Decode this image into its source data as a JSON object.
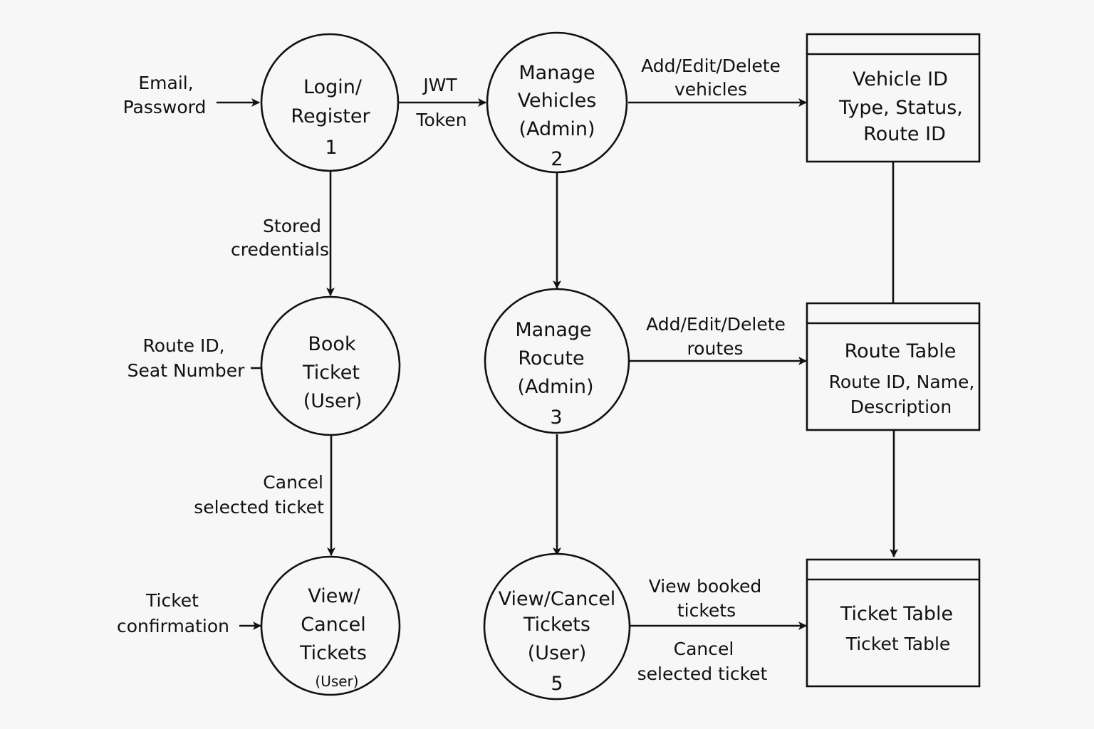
{
  "processes": {
    "p1": {
      "line1": "Login/",
      "line2": "Register",
      "number": "1"
    },
    "p2": {
      "line1": "Manage",
      "line2": "Vehicles",
      "line3": "(Admin)",
      "number": "2"
    },
    "p3": {
      "line1": "Manage",
      "line2": "Rocute",
      "line3": "(Admin)",
      "number": "3"
    },
    "p4": {
      "line1": "Book",
      "line2": "Ticket",
      "line3": "(User)"
    },
    "p5": {
      "line1": "View/Cancel",
      "line2": "Tickets",
      "line3": "(User)",
      "number": "5"
    },
    "p6": {
      "line1": "View/",
      "line2": "Cancel",
      "line3": "Tickets",
      "line4": "(User)"
    }
  },
  "stores": {
    "vehicle": {
      "line1": "Vehicle ID",
      "line2": "Type, Status,",
      "line3": "Route ID"
    },
    "route": {
      "title": "Route Table",
      "line1": "Route ID, Name,",
      "line2": "Description"
    },
    "ticket": {
      "title": "Ticket Table",
      "line1": "Ticket Table"
    }
  },
  "flows": {
    "email_password": {
      "line1": "Email,",
      "line2": "Password"
    },
    "jwt_token": {
      "line1": "JWT",
      "line2": "Token"
    },
    "add_vehicles": {
      "line1": "Add/Edit/Delete",
      "line2": "vehicles"
    },
    "stored_credentials": {
      "line1": "Stored",
      "line2": "credentials"
    },
    "route_seat": {
      "line1": "Route ID,",
      "line2": "Seat Number"
    },
    "add_routes": {
      "line1": "Add/Edit/Delete",
      "line2": "routes"
    },
    "cancel_selected_left": {
      "line1": "Cancel",
      "line2": "selected ticket"
    },
    "ticket_confirmation": {
      "line1": "Ticket",
      "line2": "confirmation"
    },
    "view_booked": {
      "line1": "View booked",
      "line2": "tickets"
    },
    "cancel_selected_right": {
      "line1": "Cancel",
      "line2": "selected ticket"
    }
  }
}
